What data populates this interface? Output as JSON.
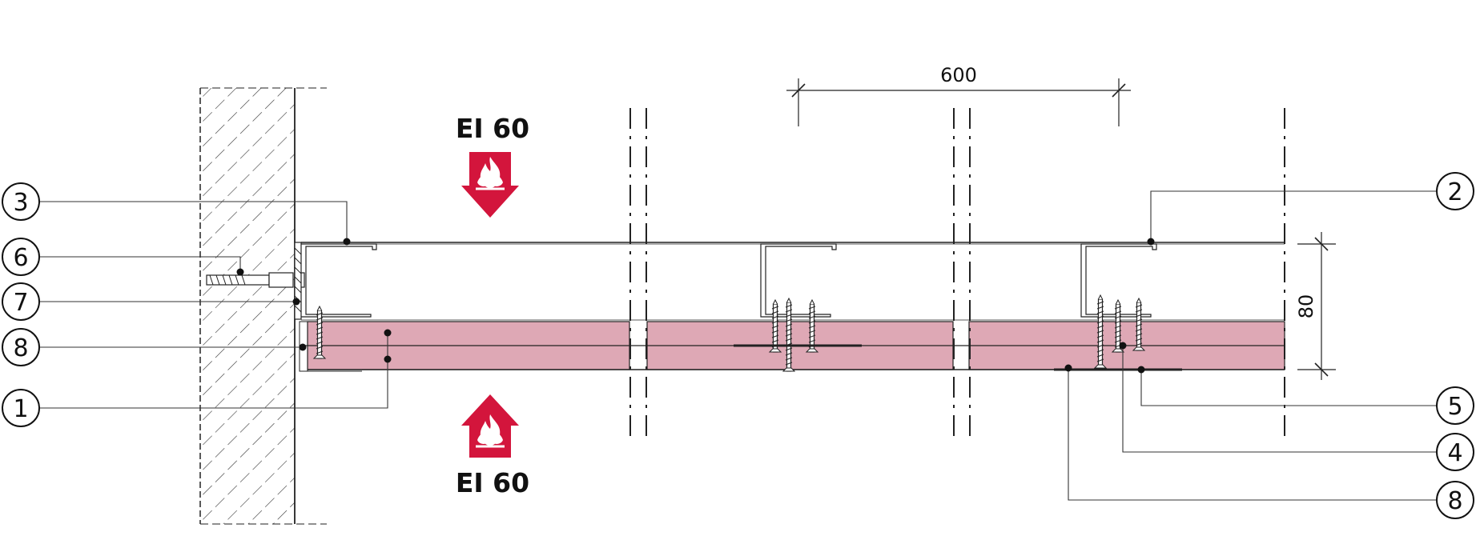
{
  "colors": {
    "board": "#dea8b5",
    "fire_arrow": "#d3153c",
    "line": "#222222"
  },
  "fire_rating": {
    "top": "EI 60",
    "bottom": "EI 60"
  },
  "dimensions": {
    "spacing": "600",
    "height": "80"
  },
  "callouts": [
    {
      "id": "c3",
      "label": "3"
    },
    {
      "id": "c6",
      "label": "6"
    },
    {
      "id": "c7",
      "label": "7"
    },
    {
      "id": "c8a",
      "label": "8"
    },
    {
      "id": "c1",
      "label": "1"
    },
    {
      "id": "c2",
      "label": "2"
    },
    {
      "id": "c5",
      "label": "5"
    },
    {
      "id": "c4",
      "label": "4"
    },
    {
      "id": "c8b",
      "label": "8"
    }
  ],
  "icons": [
    "flame-icon",
    "arrow-down-icon",
    "arrow-up-icon",
    "hatched-wall",
    "anchor-dowel",
    "drywall-screw",
    "c-profile"
  ]
}
